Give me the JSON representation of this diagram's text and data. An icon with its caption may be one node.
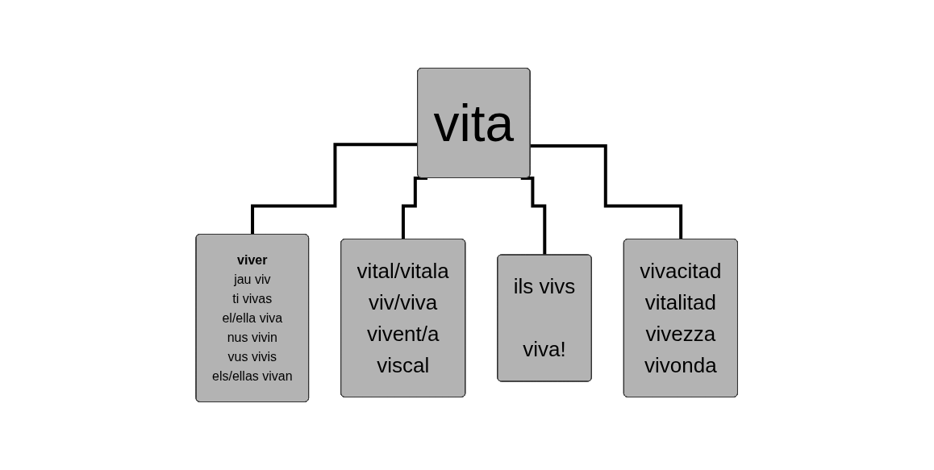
{
  "diagram": {
    "nodes": [
      {
        "text": [
          "vita"
        ]
      },
      {
        "text": [
          "viver",
          "jau viv",
          "ti vivas",
          "el/ella viva",
          "nus vivin",
          "vus vivis",
          "els/ellas vivan"
        ]
      },
      {
        "text": [
          "vital/vitala",
          "viv/viva",
          "vivent/a",
          "viscal"
        ]
      },
      {
        "text": [
          "ils vivs",
          "viva!"
        ]
      },
      {
        "text": [
          "vivacitad",
          "vitalitad",
          "vivezza",
          "vivonda"
        ]
      }
    ],
    "edges": [
      {
        "from": 0,
        "to": 1,
        "arrow": "none"
      },
      {
        "from": 0,
        "to": 2,
        "arrow": "none"
      },
      {
        "from": 0,
        "to": 3,
        "arrow": "none"
      },
      {
        "from": 0,
        "to": 4,
        "arrow": "none"
      }
    ]
  }
}
